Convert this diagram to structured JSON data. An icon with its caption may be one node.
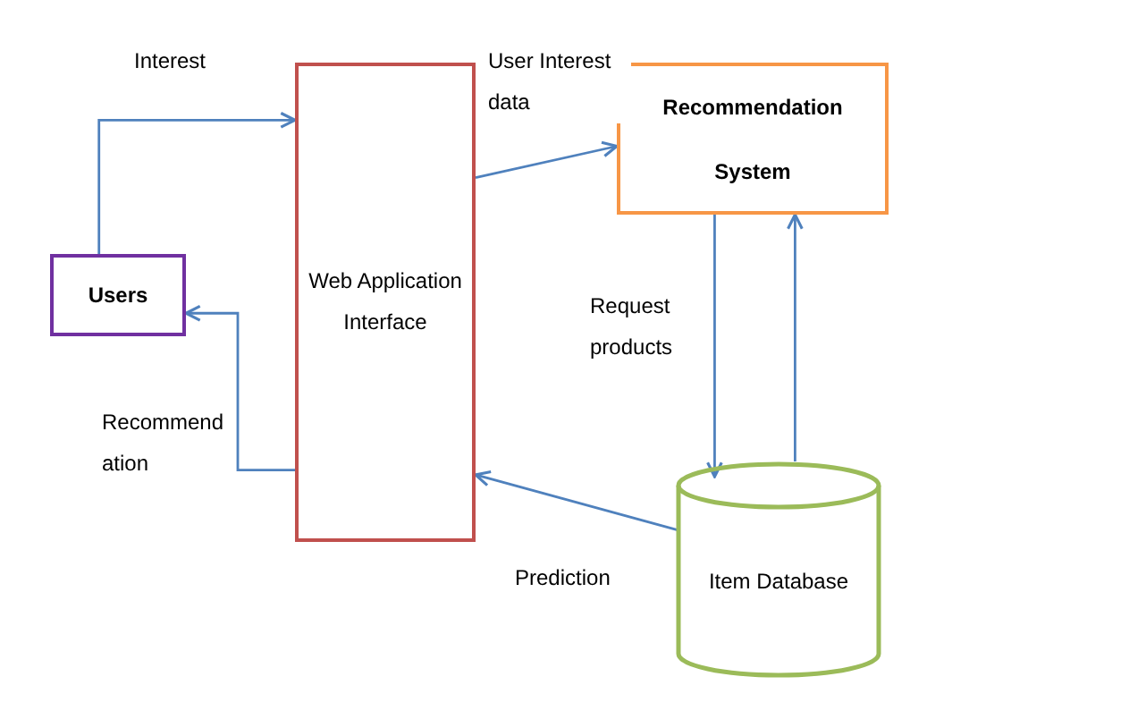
{
  "diagram": {
    "nodes": [
      {
        "text": [
          "Users"
        ]
      },
      {
        "text": [
          "Web Application Interface"
        ]
      },
      {
        "text": [
          "Recommendation System"
        ]
      },
      {
        "text": [
          "Item Database"
        ]
      }
    ],
    "edges": [
      {
        "from": 0,
        "to": 1,
        "arrow": "to",
        "label": "Interest"
      },
      {
        "from": 1,
        "to": 0,
        "arrow": "to",
        "label": "Recommend ation"
      },
      {
        "from": 1,
        "to": 2,
        "arrow": "to",
        "label": "User Interest data"
      },
      {
        "from": 2,
        "to": 3,
        "arrow": "to",
        "label": "Request products"
      },
      {
        "from": 3,
        "to": 2,
        "arrow": "to"
      },
      {
        "from": 3,
        "to": 1,
        "arrow": "to",
        "label": "Prediction"
      }
    ]
  }
}
